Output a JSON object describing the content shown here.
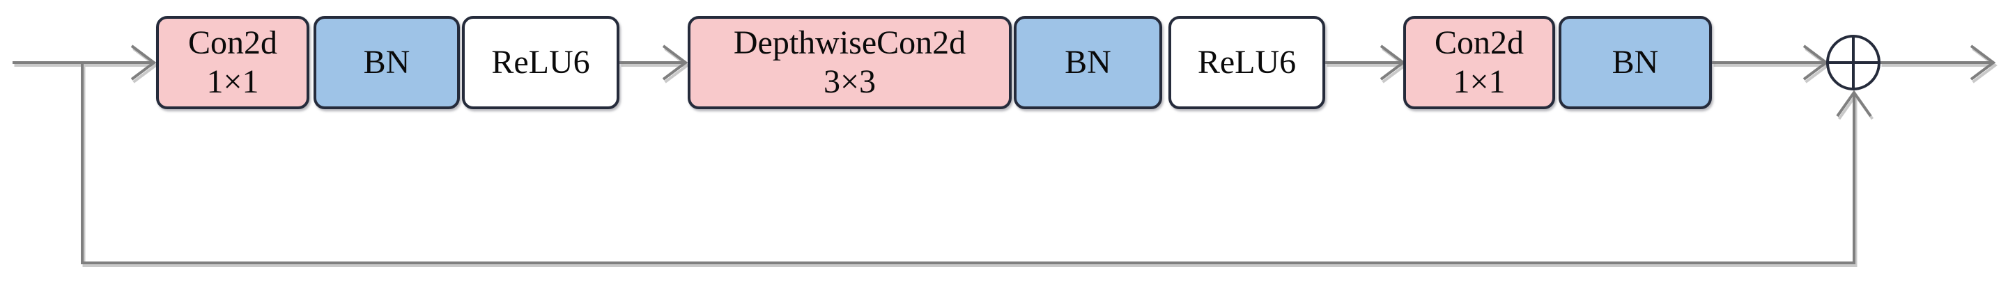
{
  "diagram": {
    "nodes": [
      {
        "id": "conv-1x1-expand",
        "lines": [
          "Con2d",
          "1×1"
        ],
        "fill": "#F8C9CB"
      },
      {
        "id": "bn-1",
        "lines": [
          "BN"
        ],
        "fill": "#9EC3E7"
      },
      {
        "id": "relu6-1",
        "lines": [
          "ReLU6"
        ],
        "fill": "#FFFFFF"
      },
      {
        "id": "depthwise-conv",
        "lines": [
          "DepthwiseCon2d",
          "3×3"
        ],
        "fill": "#F8C9CB"
      },
      {
        "id": "bn-2",
        "lines": [
          "BN"
        ],
        "fill": "#9EC3E7"
      },
      {
        "id": "relu6-2",
        "lines": [
          "ReLU6"
        ],
        "fill": "#FFFFFF"
      },
      {
        "id": "conv-1x1-project",
        "lines": [
          "Con2d",
          "1×1"
        ],
        "fill": "#F8C9CB"
      },
      {
        "id": "bn-3",
        "lines": [
          "BN"
        ],
        "fill": "#9EC3E7"
      }
    ],
    "operator": {
      "symbol": "⊕",
      "name": "elementwise-add"
    },
    "colors": {
      "pink": "#F8C9CB",
      "blue": "#9EC3E7",
      "white": "#FFFFFF",
      "border": "#252B3B",
      "line": "#7F7F7F",
      "line_shadow": "#C9C9C9",
      "text": "#0A0A0A"
    }
  }
}
